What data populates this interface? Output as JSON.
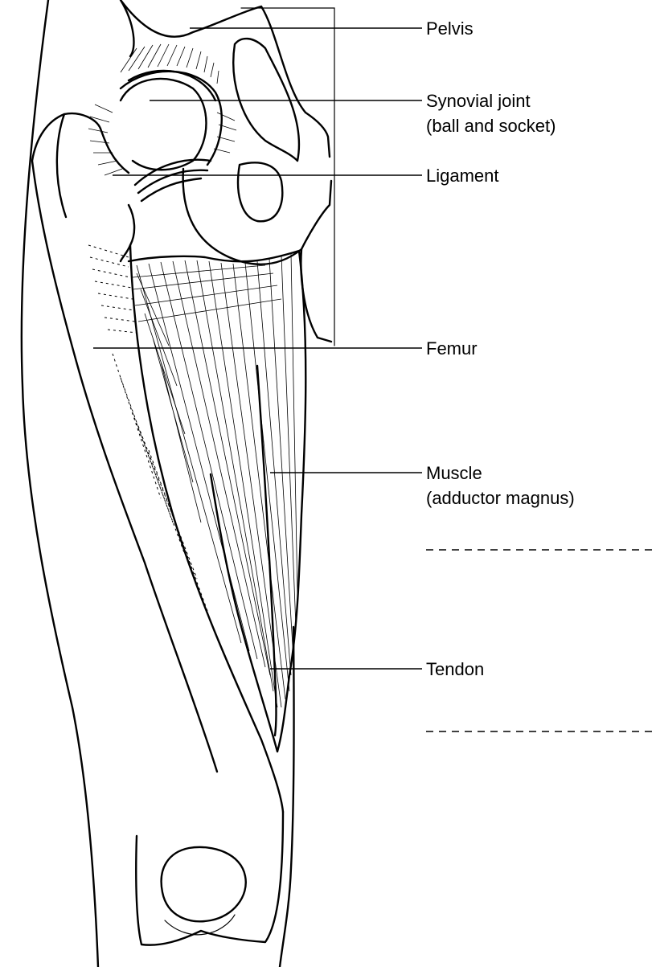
{
  "labels": {
    "pelvis": "Pelvis",
    "synovial_joint_line1": "Synovial joint",
    "synovial_joint_line2": "(ball and socket)",
    "ligament": "Ligament",
    "femur": "Femur",
    "muscle_line1": "Muscle",
    "muscle_line2": "(adductor magnus)",
    "tendon": "Tendon"
  },
  "colors": {
    "ink": "#000000",
    "background": "#ffffff"
  }
}
